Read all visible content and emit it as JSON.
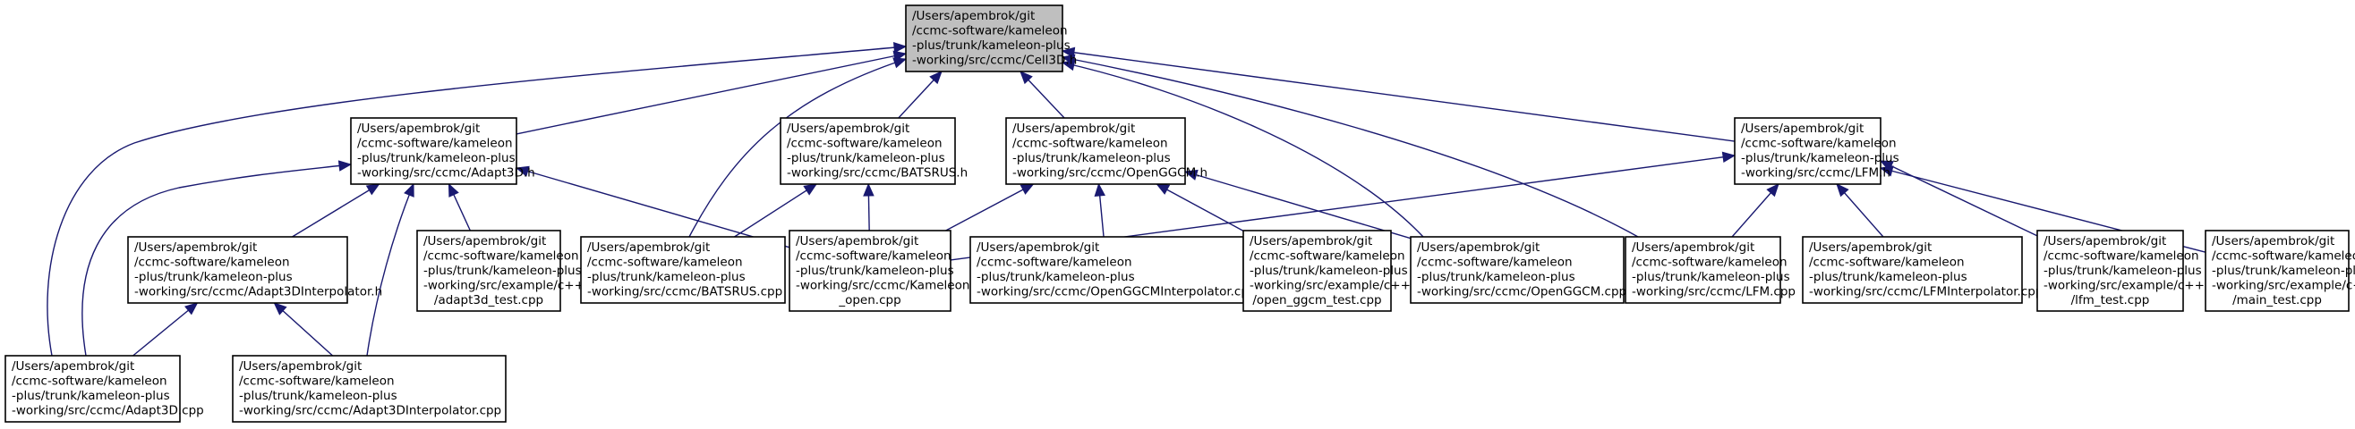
{
  "graph": {
    "title": "",
    "nodes": [
      {
        "id": "cell3d_h",
        "lines": [
          "/Users/apembrok/git",
          "/ccmc-software/kameleon",
          "-plus/trunk/kameleon-plus",
          "-working/src/ccmc/Cell3D.h"
        ],
        "highlighted": true
      },
      {
        "id": "adapt3d_h",
        "lines": [
          "/Users/apembrok/git",
          "/ccmc-software/kameleon",
          "-plus/trunk/kameleon-plus",
          "-working/src/ccmc/Adapt3D.h"
        ]
      },
      {
        "id": "batsrus_h",
        "lines": [
          "/Users/apembrok/git",
          "/ccmc-software/kameleon",
          "-plus/trunk/kameleon-plus",
          "-working/src/ccmc/BATSRUS.h"
        ]
      },
      {
        "id": "openggcm_h",
        "lines": [
          "/Users/apembrok/git",
          "/ccmc-software/kameleon",
          "-plus/trunk/kameleon-plus",
          "-working/src/ccmc/OpenGGCM.h"
        ]
      },
      {
        "id": "lfm_h",
        "lines": [
          "/Users/apembrok/git",
          "/ccmc-software/kameleon",
          "-plus/trunk/kameleon-plus",
          "-working/src/ccmc/LFM.h"
        ]
      },
      {
        "id": "adapt3dinterp_h",
        "lines": [
          "/Users/apembrok/git",
          "/ccmc-software/kameleon",
          "-plus/trunk/kameleon-plus",
          "-working/src/ccmc/Adapt3DInterpolator.h"
        ]
      },
      {
        "id": "adapt3d_test",
        "lines": [
          "/Users/apembrok/git",
          "/ccmc-software/kameleon",
          "-plus/trunk/kameleon-plus",
          "-working/src/example/c++",
          "/adapt3d_test.cpp"
        ]
      },
      {
        "id": "batsrus_cpp",
        "lines": [
          "/Users/apembrok/git",
          "/ccmc-software/kameleon",
          "-plus/trunk/kameleon-plus",
          "-working/src/ccmc/BATSRUS.cpp"
        ]
      },
      {
        "id": "kameleon_open",
        "lines": [
          "/Users/apembrok/git",
          "/ccmc-software/kameleon",
          "-plus/trunk/kameleon-plus",
          "-working/src/ccmc/Kameleon",
          "_open.cpp"
        ]
      },
      {
        "id": "openggcminterp_cpp",
        "lines": [
          "/Users/apembrok/git",
          "/ccmc-software/kameleon",
          "-plus/trunk/kameleon-plus",
          "-working/src/ccmc/OpenGGCMInterpolator.cpp"
        ]
      },
      {
        "id": "open_ggcm_test",
        "lines": [
          "/Users/apembrok/git",
          "/ccmc-software/kameleon",
          "-plus/trunk/kameleon-plus",
          "-working/src/example/c++",
          "/open_ggcm_test.cpp"
        ]
      },
      {
        "id": "openggcm_cpp",
        "lines": [
          "/Users/apembrok/git",
          "/ccmc-software/kameleon",
          "-plus/trunk/kameleon-plus",
          "-working/src/ccmc/OpenGGCM.cpp"
        ]
      },
      {
        "id": "lfm_cpp",
        "lines": [
          "/Users/apembrok/git",
          "/ccmc-software/kameleon",
          "-plus/trunk/kameleon-plus",
          "-working/src/ccmc/LFM.cpp"
        ]
      },
      {
        "id": "lfminterp_cpp",
        "lines": [
          "/Users/apembrok/git",
          "/ccmc-software/kameleon",
          "-plus/trunk/kameleon-plus",
          "-working/src/ccmc/LFMInterpolator.cpp"
        ]
      },
      {
        "id": "lfm_test",
        "lines": [
          "/Users/apembrok/git",
          "/ccmc-software/kameleon",
          "-plus/trunk/kameleon-plus",
          "-working/src/example/c++",
          "/lfm_test.cpp"
        ]
      },
      {
        "id": "main_test",
        "lines": [
          "/Users/apembrok/git",
          "/ccmc-software/kameleon",
          "-plus/trunk/kameleon-plus",
          "-working/src/example/c++",
          "/main_test.cpp"
        ]
      },
      {
        "id": "adapt3d_cpp",
        "lines": [
          "/Users/apembrok/git",
          "/ccmc-software/kameleon",
          "-plus/trunk/kameleon-plus",
          "-working/src/ccmc/Adapt3D.cpp"
        ]
      },
      {
        "id": "adapt3dinterp_cpp",
        "lines": [
          "/Users/apembrok/git",
          "/ccmc-software/kameleon",
          "-plus/trunk/kameleon-plus",
          "-working/src/ccmc/Adapt3DInterpolator.cpp"
        ]
      }
    ],
    "edges": [
      {
        "from": "adapt3d_h",
        "to": "cell3d_h"
      },
      {
        "from": "batsrus_h",
        "to": "cell3d_h"
      },
      {
        "from": "openggcm_h",
        "to": "cell3d_h"
      },
      {
        "from": "lfm_h",
        "to": "cell3d_h"
      },
      {
        "from": "adapt3d_cpp",
        "to": "cell3d_h"
      },
      {
        "from": "batsrus_cpp",
        "to": "cell3d_h"
      },
      {
        "from": "openggcm_cpp",
        "to": "cell3d_h"
      },
      {
        "from": "lfm_cpp",
        "to": "cell3d_h"
      },
      {
        "from": "adapt3dinterp_h",
        "to": "adapt3d_h"
      },
      {
        "from": "adapt3d_test",
        "to": "adapt3d_h"
      },
      {
        "from": "kameleon_open",
        "to": "adapt3d_h"
      },
      {
        "from": "adapt3d_cpp",
        "to": "adapt3d_h"
      },
      {
        "from": "adapt3dinterp_cpp",
        "to": "adapt3d_h"
      },
      {
        "from": "batsrus_cpp",
        "to": "batsrus_h"
      },
      {
        "from": "kameleon_open",
        "to": "batsrus_h"
      },
      {
        "from": "kameleon_open",
        "to": "openggcm_h"
      },
      {
        "from": "openggcminterp_cpp",
        "to": "openggcm_h"
      },
      {
        "from": "open_ggcm_test",
        "to": "openggcm_h"
      },
      {
        "from": "openggcm_cpp",
        "to": "openggcm_h"
      },
      {
        "from": "kameleon_open",
        "to": "lfm_h"
      },
      {
        "from": "lfm_cpp",
        "to": "lfm_h"
      },
      {
        "from": "lfminterp_cpp",
        "to": "lfm_h"
      },
      {
        "from": "lfm_test",
        "to": "lfm_h"
      },
      {
        "from": "main_test",
        "to": "lfm_h"
      },
      {
        "from": "adapt3d_cpp",
        "to": "adapt3dinterp_h"
      },
      {
        "from": "adapt3dinterp_cpp",
        "to": "adapt3dinterp_h"
      }
    ]
  },
  "colors": {
    "edge": "#191970",
    "node_border": "#000000",
    "root_fill": "#bfbfbf",
    "node_fill": "#ffffff"
  }
}
